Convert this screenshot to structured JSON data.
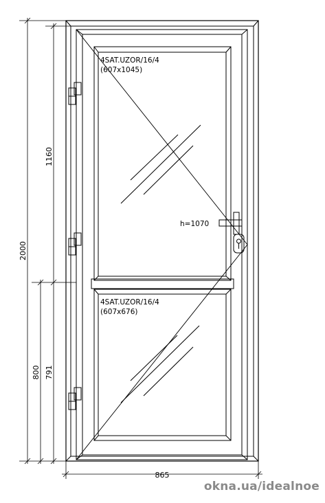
{
  "dimensions": {
    "width": "865",
    "height_total": "2000",
    "height_upper": "1160",
    "height_lower_outer": "800",
    "height_lower_inner": "791"
  },
  "upper_glass": {
    "spec": "4SAT.UZOR/16/4",
    "size": "(607x1045)"
  },
  "lower_glass": {
    "spec": "4SAT.UZOR/16/4",
    "size": "(607x676)"
  },
  "handle": {
    "height_label": "h=1070"
  },
  "watermark": "okna.ua/idealnoe"
}
